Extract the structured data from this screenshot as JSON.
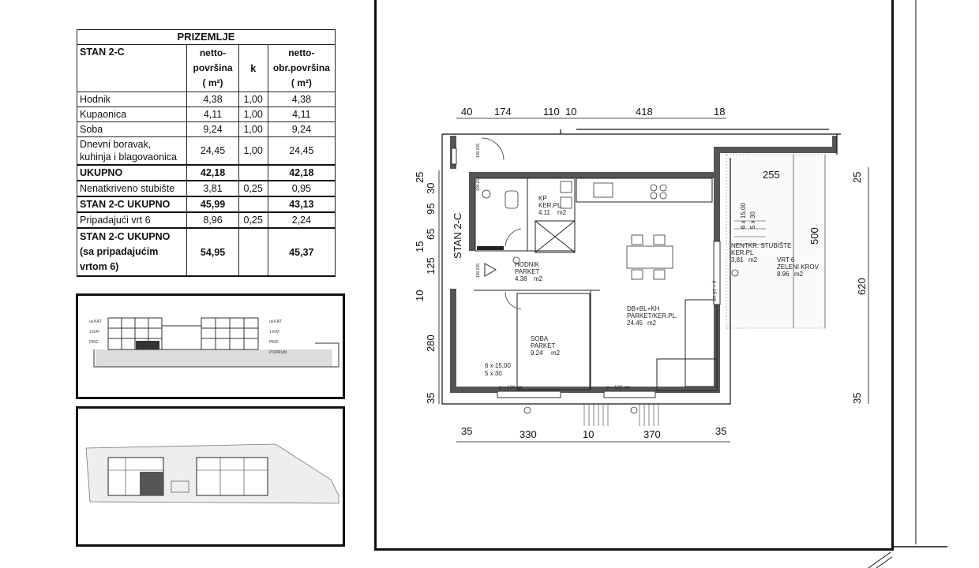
{
  "table": {
    "title": "PRIZEMLJE",
    "unit": "STAN 2-C",
    "headers": {
      "netto": [
        "netto-",
        "površina",
        "( m²)"
      ],
      "k": "k",
      "obr": [
        "netto-",
        "obr.površina",
        "( m²)"
      ]
    },
    "rows": [
      {
        "name": "Hodnik",
        "netto": "4,38",
        "k": "1,00",
        "obr": "4,38"
      },
      {
        "name": "Kupaonica",
        "netto": "4,11",
        "k": "1,00",
        "obr": "4,11"
      },
      {
        "name": "Soba",
        "netto": "9,24",
        "k": "1,00",
        "obr": "9,24"
      },
      {
        "name": "Dnevni boravak, kuhinja i blagovaonica",
        "netto": "24,45",
        "k": "1,00",
        "obr": "24,45"
      }
    ],
    "ukupno": {
      "name": "UKUPNO",
      "netto": "42,18",
      "obr": "42,18"
    },
    "stubiste": {
      "name": "Nenatkriveno stubište",
      "netto": "3,81",
      "k": "0,25",
      "obr": "0,95"
    },
    "stan_ukupno": {
      "name": "STAN 2-C UKUPNO",
      "netto": "45,99",
      "obr": "43,13"
    },
    "vrt": {
      "name": "Pripadajući vrt 6",
      "netto": "8,96",
      "k": "0,25",
      "obr": "2,24"
    },
    "total": {
      "name": [
        "STAN 2-C UKUPNO",
        "(sa pripadajućim",
        "vrtom 6)"
      ],
      "netto": "54,95",
      "obr": "45,37"
    }
  },
  "section_thumb": {
    "levels": [
      "uv.KAT",
      "1.KAT",
      "PRIZ."
    ],
    "levels_right": [
      "uv.KAT",
      "1.KAT",
      "PRIZ.",
      "PODRUM"
    ]
  },
  "plan": {
    "unit_label": "STAN 2-C",
    "dims_top": [
      "40",
      "174",
      "110",
      "10",
      "418",
      "18"
    ],
    "dims_bottom": [
      "35",
      "330",
      "10",
      "370",
      "35"
    ],
    "dims_left": [
      "25",
      "30",
      "95",
      "65",
      "15",
      "125",
      "10",
      "280",
      "35"
    ],
    "dims_right": [
      "25",
      "620",
      "35"
    ],
    "dim_255": "255",
    "dim_500": "500",
    "rooms": {
      "kp": [
        "KP",
        "KER.PL.",
        "4.11",
        "m2"
      ],
      "hodnik": [
        "HODNIK",
        "PARKET",
        "4.38",
        "m2"
      ],
      "soba": [
        "SOBA",
        "PARKET",
        "9.24",
        "m2"
      ],
      "dbk": [
        "DB+BL+KH",
        "PARKET/KER.PL.",
        "24.45",
        "m2"
      ],
      "stubiste": [
        "NENTKR. STUBIŠTE",
        "KER.PL",
        "3,81",
        "m2"
      ],
      "vrt": [
        "VRT 6",
        "ZELENI KROV",
        "8.96",
        "m2"
      ]
    },
    "window_soba": [
      "6 x 15,00",
      "5 x 30"
    ],
    "stairs_note": [
      "6 x 15,00",
      "5 x 30"
    ],
    "p_labels": [
      "p = 100 cm",
      "p = 100 cm",
      "p = 15 cm"
    ],
    "small_tags": [
      "100 215",
      "100 215",
      "100 215"
    ]
  },
  "colors": {
    "wall": "#555555",
    "line": "#111111",
    "dots": "#bbbbbb"
  }
}
